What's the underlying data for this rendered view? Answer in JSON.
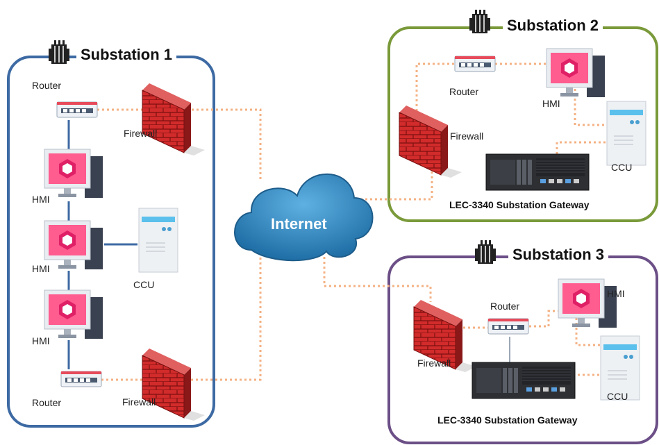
{
  "internet": {
    "label": "Internet"
  },
  "substation1": {
    "title": "Substation 1",
    "router_top": "Router",
    "firewall_top": "Firewall",
    "hmi_1": "HMI",
    "hmi_2": "HMI",
    "hmi_3": "HMI",
    "ccu": "CCU",
    "router_bottom": "Router",
    "firewall_bottom": "Firewall",
    "border_color": "#3d6aa3"
  },
  "substation2": {
    "title": "Substation 2",
    "router": "Router",
    "hmi": "HMI",
    "firewall": "Firewall",
    "ccu": "CCU",
    "gateway": "LEC-3340 Substation Gateway",
    "border_color": "#7a9a3a"
  },
  "substation3": {
    "title": "Substation 3",
    "router": "Router",
    "hmi": "HMI",
    "firewall": "Firewall",
    "ccu": "CCU",
    "gateway": "LEC-3340 Substation Gateway",
    "border_color": "#6b4f86"
  },
  "colors": {
    "dotted_link": "#f4b183",
    "solid_link": "#3d6aa3",
    "firewall": "#c0202a",
    "hmi_screen": "#ff4b8a",
    "cloud": "#2e7eb5"
  }
}
